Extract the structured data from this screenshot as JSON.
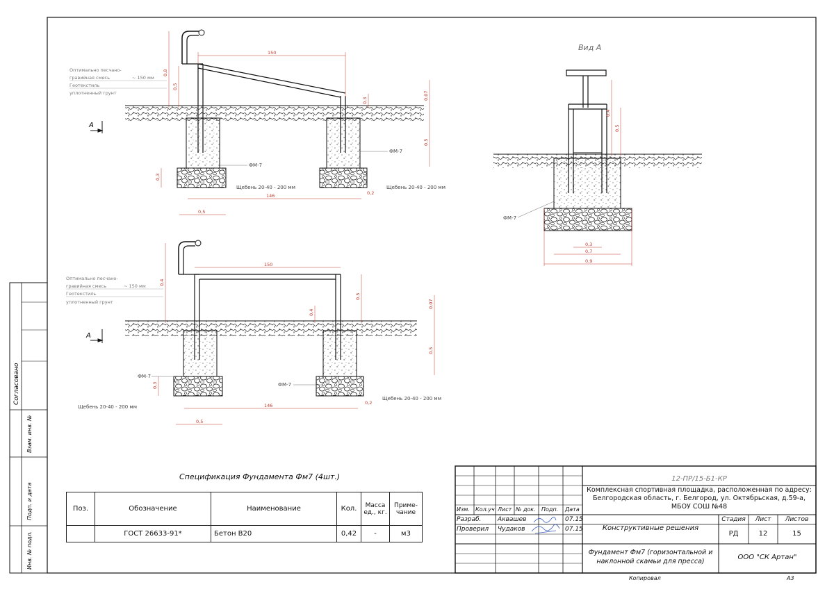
{
  "side_labels": {
    "agreed": "Согласовано",
    "replaces": "Взам. инв. №",
    "sign_date": "Подп. и дата",
    "inv_no": "Инв. № подл."
  },
  "view_title": "Вид А",
  "section_marker": "А",
  "view1": {
    "dim_top": "150",
    "dim_bottom": "146",
    "dim_left": "0,5",
    "dim_h1": "0,8",
    "dim_h2": "0,5",
    "dim_h3": "0,3",
    "dim_h4": "0,07",
    "dim_h5": "0,5",
    "dim_base": "0,3",
    "dim_base2": "0,2",
    "note1": "Оптимально песчано-",
    "note2": "гравийная смесь",
    "note3": "~ 150 мм",
    "note4": "Геотекстиль",
    "note5": "уплотненный грунт",
    "fm_left": "ФМ-7",
    "fm_right": "ФМ-7",
    "gravel_left": "Щебень 20-40 - 200 мм",
    "gravel_right": "Щебень 20-40 - 200 мм"
  },
  "view2": {
    "dim_top": "150",
    "dim_bottom": "146",
    "dim_left": "0,5",
    "dim_h1": "0,4",
    "dim_h2": "0,5",
    "dim_h3": "0,4",
    "dim_h4": "0,07",
    "dim_h5": "0,5",
    "dim_base": "0,3",
    "dim_base2": "0,2",
    "note1": "Оптимально песчано-",
    "note2": "гравийная смесь",
    "note3": "~ 150 мм",
    "note4": "Геотекстиль",
    "note5": "уплотненный грунт",
    "fm_left": "ФМ-7",
    "fm_right": "ФМ-7",
    "gravel_left": "Щебень 20-40 - 200 мм",
    "gravel_right": "Щебень 20-40 - 200 мм"
  },
  "viewA": {
    "dim_h1": "0,4",
    "dim_h2": "0,5",
    "dim_w1": "0,3",
    "dim_w2": "0,7",
    "dim_w3": "0,9",
    "fm": "ФМ-7"
  },
  "spec": {
    "title": "Спецификация Фундамента Фм7 (4шт.)",
    "headers": [
      "Поз.",
      "Обозначение",
      "Наименование",
      "Кол.",
      "Масса ед., кг.",
      "Приме- чание"
    ],
    "rows": [
      [
        "",
        "ГОСТ 26633-91*",
        "Бетон В20",
        "0,42",
        "-",
        "м3"
      ]
    ]
  },
  "stamp": {
    "code": "12-ПР/15-Б1-КР",
    "project": "Комплексная спортивная площадка, расположенная по адресу: Белгородская область, г. Белгород, ул. Октябрьская, д.59-а, МБОУ СОШ №48",
    "col_headers": [
      "Изм.",
      "Кол.уч",
      "Лист",
      "№ док.",
      "Подп.",
      "Дата"
    ],
    "rows": [
      {
        "role": "Разраб.",
        "name": "Аквашев",
        "date": "07.15"
      },
      {
        "role": "Проверил",
        "name": "Чудаков",
        "date": "07.15"
      }
    ],
    "section": "Конструктивные решения",
    "stage_label": "Стадия",
    "sheet_label": "Лист",
    "sheets_label": "Листов",
    "stage": "РД",
    "sheet": "12",
    "sheets": "15",
    "drawing_name": "Фундамент Фм7 (горизонтальной и наклонной скамьи для пресса)",
    "company": "ООО \"СК Артан\"",
    "copied": "Копировал",
    "format": "А3"
  }
}
